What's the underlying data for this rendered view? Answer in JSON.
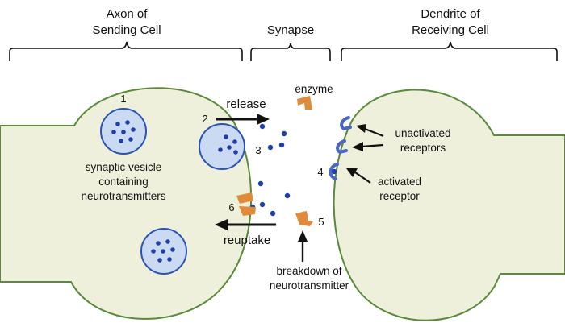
{
  "headers": {
    "axon": [
      "Axon of",
      "Sending Cell"
    ],
    "synapse": "Synapse",
    "dendrite": [
      "Dendrite of",
      "Receiving Cell"
    ]
  },
  "labels": {
    "num1": "1",
    "num2": "2",
    "num3": "3",
    "num4": "4",
    "num5": "5",
    "num6": "6",
    "release": "release",
    "reuptake": "reuptake",
    "enzyme": "enzyme",
    "vesicle": [
      "synaptic vesicle",
      "containing",
      "neurotransmitters"
    ],
    "unactivated": [
      "unactivated",
      "receptors"
    ],
    "activated": [
      "activated",
      "receptor"
    ],
    "breakdown": [
      "breakdown of",
      "neurotransmitter"
    ]
  },
  "colors": {
    "cell_fill": "#eef0dc",
    "cell_stroke": "#5a8a3a",
    "vesicle_fill": "#c9daf2",
    "vesicle_stroke": "#2a52b8",
    "dot": "#1f3fb0",
    "enzyme": "#e08a3c",
    "receptor": "#4a66c8",
    "ink": "#111111"
  }
}
